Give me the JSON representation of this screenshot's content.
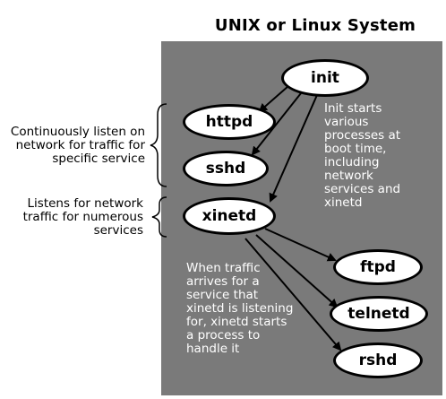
{
  "title": "UNIX or Linux System",
  "nodes": {
    "init": "init",
    "httpd": "httpd",
    "sshd": "sshd",
    "xinetd": "xinetd",
    "ftpd": "ftpd",
    "telnetd": "telnetd",
    "rshd": "rshd"
  },
  "notes": {
    "init_note": [
      "Init starts",
      "various",
      "processes at",
      "boot time,",
      "including",
      "network",
      "services and",
      "xinetd"
    ],
    "xinetd_note": [
      "When traffic",
      "arrives for a",
      "service that",
      "xinetd is listening",
      "for, xinetd starts",
      "a process to",
      "handle it"
    ]
  },
  "side_labels": {
    "continuous": [
      "Continuously listen on",
      "network for traffic for",
      "specific service"
    ],
    "xinetd_listens": [
      "Listens for network",
      "traffic for numerous",
      "services"
    ]
  },
  "colors": {
    "panel": "#7a7a7a",
    "node_fill": "#ffffff",
    "stroke": "#000000",
    "note_text": "#ffffff"
  }
}
